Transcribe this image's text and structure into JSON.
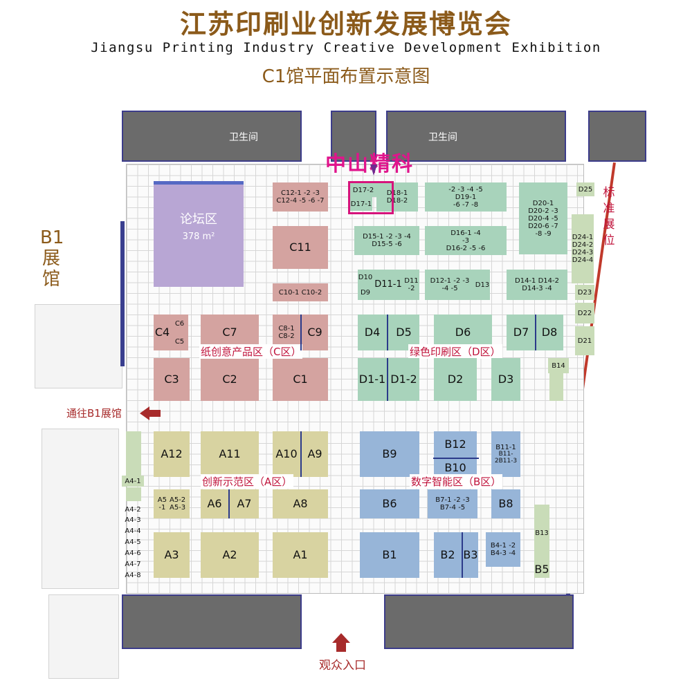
{
  "header": {
    "title_cn": "江苏印刷业创新发展博览会",
    "title_en": "Jiangsu Printing Industry Creative Development Exhibition",
    "subtitle": "C1馆平面布置示意图"
  },
  "labels": {
    "toilet": "卫生间",
    "forum": "论坛区",
    "forum_area": "378 m²",
    "zhongshan": "中山精科",
    "b1_hall": "B1展馆",
    "to_b1": "通往B1展馆",
    "standard": "标准展位",
    "entrance": "观众入口",
    "zone_c": "纸创意产品区（C区）",
    "zone_d": "绿色印刷区（D区）",
    "zone_a": "创新示范区（A区）",
    "zone_b": "数字智能区（B区）"
  },
  "booths": {
    "C12a": "C12-1 -2 -3",
    "C12b": "C12-4 -5 -6 -7",
    "C11": "C11",
    "C10": "C10-1 C10-2",
    "C9": "C9",
    "C8": "C8-1 C8-2",
    "C7": "C7",
    "C6": "C6",
    "C5": "C5",
    "C4": "C4",
    "C3": "C3",
    "C2": "C2",
    "C1": "C1",
    "D17_2": "D17-2",
    "D17_1": "D17-1",
    "D18_1": "D18-1",
    "D18_2": "D18-2",
    "D19a": "-2 -3 -4 -5",
    "D19b": "D19-1",
    "D19c": "-6 -7 -8",
    "D20_1": "D20-1",
    "D20_2": "D20-2 -3",
    "D20_4": "D20-4 -5",
    "D20_6": "D20-6 -7",
    "D20_8": "-8 -9",
    "D25": "D25",
    "D24_1": "D24-1",
    "D24_2": "D24-2",
    "D24_3": "D24-3",
    "D24_4": "D24-4",
    "D23": "D23",
    "D22": "D22",
    "D21": "D21",
    "D15a": "D15-1 -2 -3 -4",
    "D15b": "D15-5 -6",
    "D16a": "D16-1",
    "D16b": "D16-2",
    "D16c": "-3",
    "D16d": "-4",
    "D16e": "-5 -6",
    "D10": "D10",
    "D9": "D9",
    "D11_1": "D11-1",
    "D11_2": "D11 -2",
    "D12a": "D12-1 -2 -3",
    "D12b": "-4 -5",
    "D13": "D13",
    "D14_1": "D14-1",
    "D14_2": "D14-2",
    "D14_3": "D14-3 -4",
    "D4": "D4",
    "D5": "D5",
    "D6": "D6",
    "D7": "D7",
    "D8": "D8",
    "D1_1": "D1-1",
    "D1_2": "D1-2",
    "D2": "D2",
    "D3": "D3",
    "B14": "B14",
    "A12": "A12",
    "A11": "A11",
    "A10": "A10",
    "A9": "A9",
    "B9": "B9",
    "B12": "B12",
    "B10": "B10",
    "B11_1": "B11-1",
    "B11_2": "B11-2",
    "B11_3": "B11-3",
    "A4_1": "A4-1",
    "A4_2": "A4-2",
    "A4_3": "A4-3",
    "A4_4": "A4-4",
    "A4_5": "A4-5",
    "A4_6": "A4-6",
    "A4_7": "A4-7",
    "A4_8": "A4-8",
    "A5a": "A5",
    "A5b": "-1",
    "A5c": "A5-2",
    "A5d": "A5-3",
    "A6": "A6",
    "A7": "A7",
    "A8": "A8",
    "B6": "B6",
    "B7a": "B7-1 -2 -3",
    "B7b": "B7-4 -5",
    "B8": "B8",
    "B13": "B13",
    "A3": "A3",
    "A2": "A2",
    "A1": "A1",
    "B1": "B1",
    "B2": "B2",
    "B3": "B3",
    "B4a": "B4-1 -2",
    "B4b": "B4-3 -4",
    "B5": "B5"
  },
  "colors": {
    "zone_c": "#d4a3a0",
    "zone_d": "#a8d3bb",
    "zone_a": "#d8d3a1",
    "zone_b": "#97b5d8",
    "forum": "#b8a6d4",
    "highlight": "#d6137b",
    "accent_title": "#8b5a1a",
    "zone_text": "#c0143c"
  }
}
